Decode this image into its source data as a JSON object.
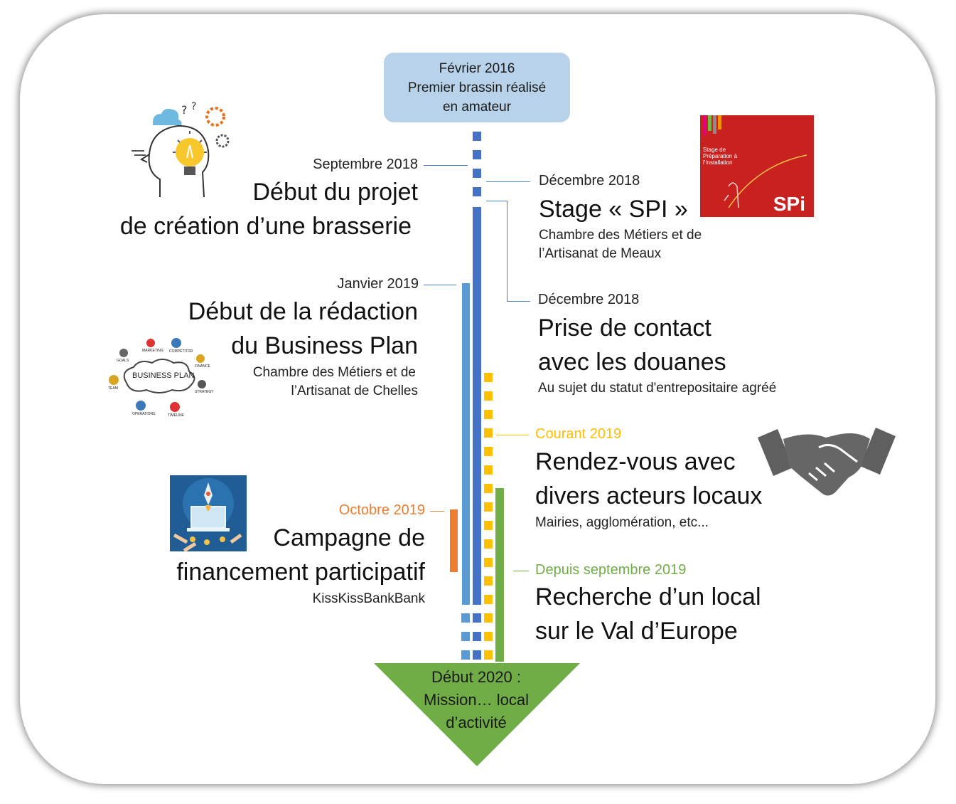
{
  "top": {
    "line1": "Février 2016",
    "line2": "Premier brassin réalisé",
    "line3": "en amateur"
  },
  "events": {
    "projet": {
      "date": "Septembre 2018",
      "title1": "Début du projet",
      "title2": "de création d’une brasserie"
    },
    "spi": {
      "date": "Décembre 2018",
      "title": "Stage « SPI »",
      "sub1": "Chambre des Métiers et de",
      "sub2": "l’Artisanat de Meaux"
    },
    "douanes": {
      "date": "Décembre 2018",
      "title1": "Prise de contact",
      "title2": "avec les douanes",
      "sub": "Au sujet du statut d'entrepositaire agréé"
    },
    "bp": {
      "date": "Janvier 2019",
      "title1": "Début de la rédaction",
      "title2": "du Business Plan",
      "sub1": "Chambre des Métiers et de",
      "sub2": "l’Artisanat de Chelles"
    },
    "rdv": {
      "date": "Courant 2019",
      "title1": "Rendez-vous avec",
      "title2": "divers acteurs locaux",
      "sub": "Mairies, agglomération, etc..."
    },
    "financement": {
      "date": "Octobre 2019",
      "title1": "Campagne de",
      "title2": "financement participatif",
      "sub": "KissKissBankBank"
    },
    "local": {
      "date": "Depuis septembre 2019",
      "title1": "Recherche d’un local",
      "title2": "sur le Val d’Europe"
    }
  },
  "arrow": {
    "line1": "Début 2020 :",
    "line2": "Mission… local",
    "line3": "d’activité"
  },
  "images": {
    "spi_logo": "SPi",
    "spi_text": "Stage de Préparation à l'Installation",
    "business_plan_label": "BUSINESS PLAN",
    "bp_goals": "GOALS",
    "bp_marketing": "MARKETING",
    "bp_competitor": "COMPETITOR",
    "bp_finance": "FINANCE",
    "bp_team": "TEAM",
    "bp_strategy": "STRATEGY",
    "bp_operations": "OPERATIONS",
    "bp_timeline": "TIMELINE"
  },
  "colors": {
    "top_box": "#b8d2ea",
    "blue_dark": "#4472c4",
    "blue_light": "#5b9bd5",
    "orange": "#ed7d31",
    "yellow": "#ffc000",
    "green": "#70ad47",
    "spi_red": "#c8211f"
  }
}
